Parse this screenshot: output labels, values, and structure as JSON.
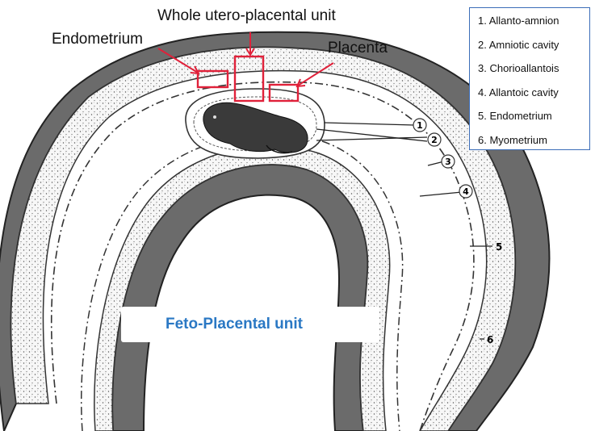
{
  "labels": {
    "whole_unit": "Whole utero-placental unit",
    "endometrium": "Endometrium",
    "placenta": "Placenta",
    "feto_placental": "Feto-Placental unit"
  },
  "legend": [
    "1. Allanto-amnion",
    "2. Amniotic cavity",
    "3. Chorioallantois",
    "4. Allantoic cavity",
    "5. Endometrium",
    "6. Myometrium"
  ],
  "callouts": [
    "1",
    "2",
    "3",
    "4",
    "5",
    "6"
  ],
  "colors": {
    "highlight": "#e0213a",
    "legend_border": "#3b6db8",
    "feto_text": "#2a78c4",
    "myometrium": "#6e6e6e",
    "line": "#222222"
  }
}
